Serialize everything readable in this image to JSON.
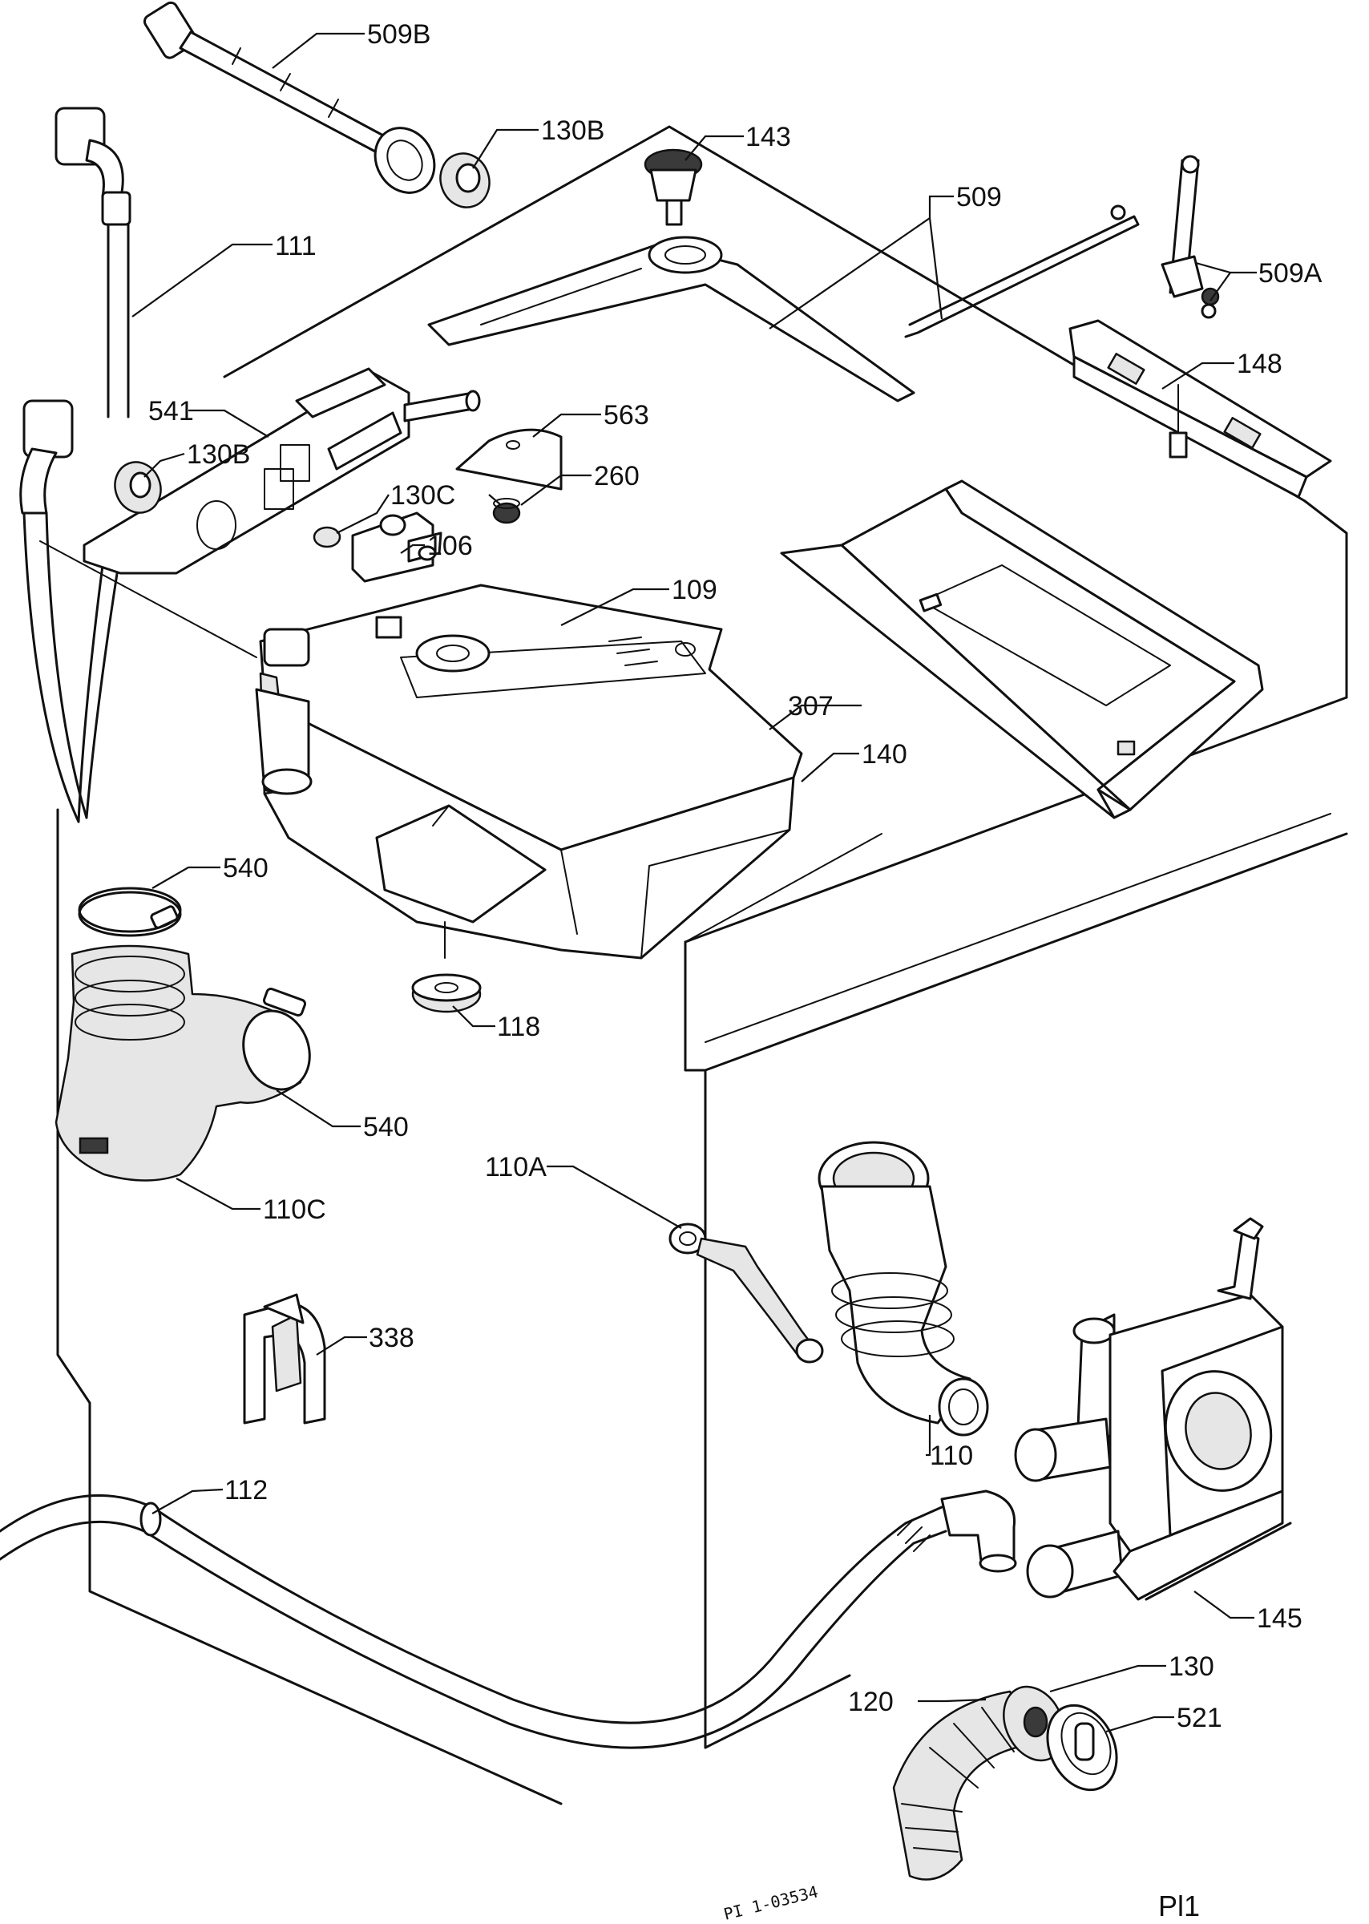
{
  "diagram": {
    "sheet_code": "Pl1",
    "drawing_stamp": "PI 1-03534"
  },
  "parts": [
    {
      "id": "p509b",
      "label": "509B"
    },
    {
      "id": "p130b_top",
      "label": "130B"
    },
    {
      "id": "p143",
      "label": "143"
    },
    {
      "id": "p509",
      "label": "509"
    },
    {
      "id": "p111",
      "label": "111"
    },
    {
      "id": "p509a",
      "label": "509A"
    },
    {
      "id": "p148",
      "label": "148"
    },
    {
      "id": "p541",
      "label": "541"
    },
    {
      "id": "p563",
      "label": "563"
    },
    {
      "id": "p130b_mid",
      "label": "130B"
    },
    {
      "id": "p260",
      "label": "260"
    },
    {
      "id": "p130c",
      "label": "130C"
    },
    {
      "id": "p106",
      "label": "106"
    },
    {
      "id": "p109",
      "label": "109"
    },
    {
      "id": "p307",
      "label": "307"
    },
    {
      "id": "p140",
      "label": "140"
    },
    {
      "id": "p540_top",
      "label": "540"
    },
    {
      "id": "p118",
      "label": "118"
    },
    {
      "id": "p540_mid",
      "label": "540"
    },
    {
      "id": "p110c",
      "label": "110C"
    },
    {
      "id": "p110a",
      "label": "110A"
    },
    {
      "id": "p338",
      "label": "338"
    },
    {
      "id": "p110",
      "label": "110"
    },
    {
      "id": "p112",
      "label": "112"
    },
    {
      "id": "p145",
      "label": "145"
    },
    {
      "id": "p130",
      "label": "130"
    },
    {
      "id": "p120",
      "label": "120"
    },
    {
      "id": "p521",
      "label": "521"
    }
  ]
}
